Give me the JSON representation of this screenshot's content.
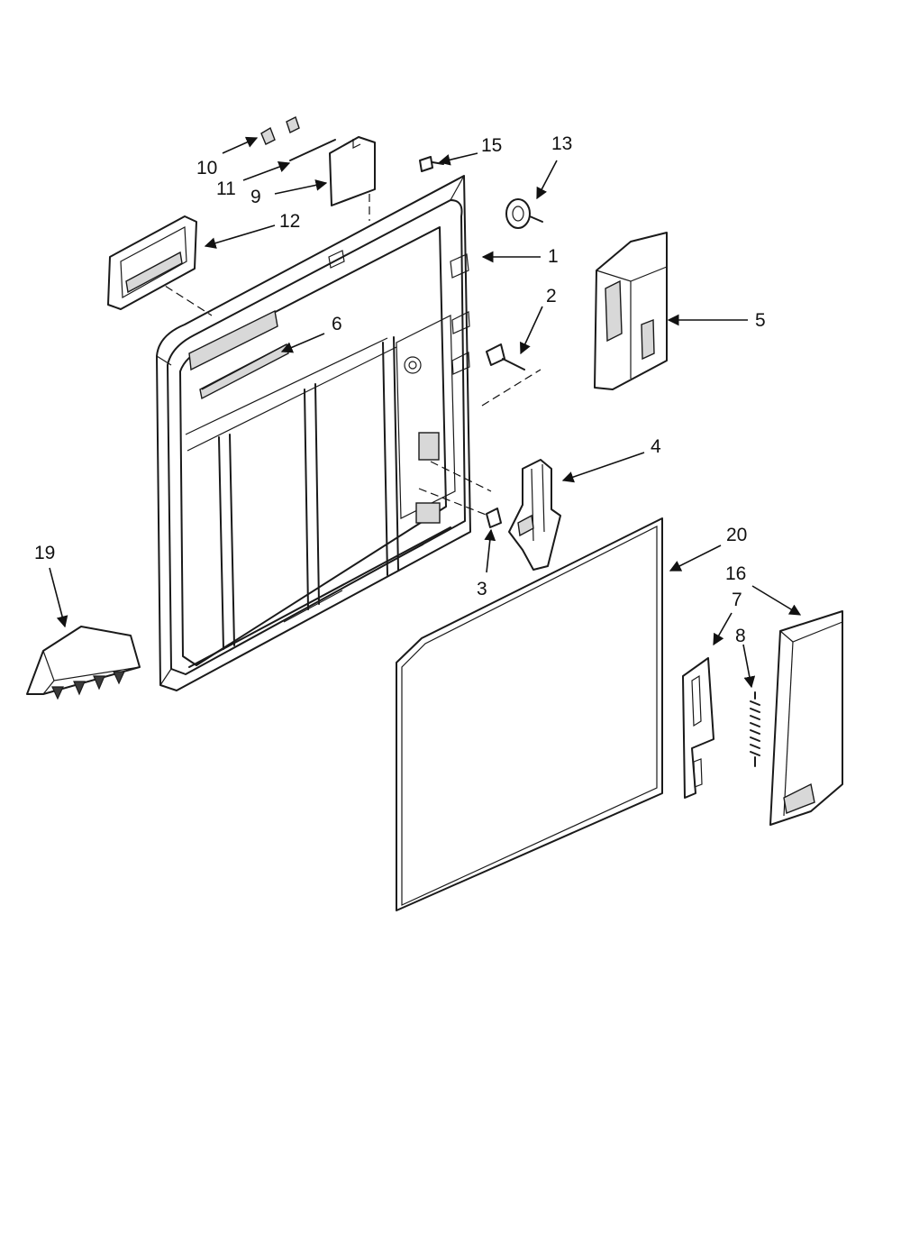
{
  "callouts": {
    "c1": "1",
    "c2": "2",
    "c3": "3",
    "c4": "4",
    "c5": "5",
    "c6": "6",
    "c7": "7",
    "c8": "8",
    "c9": "9",
    "c10": "10",
    "c11": "11",
    "c12": "12",
    "c13": "13",
    "c15": "15",
    "c16": "16",
    "c19": "19",
    "c20": "20"
  }
}
